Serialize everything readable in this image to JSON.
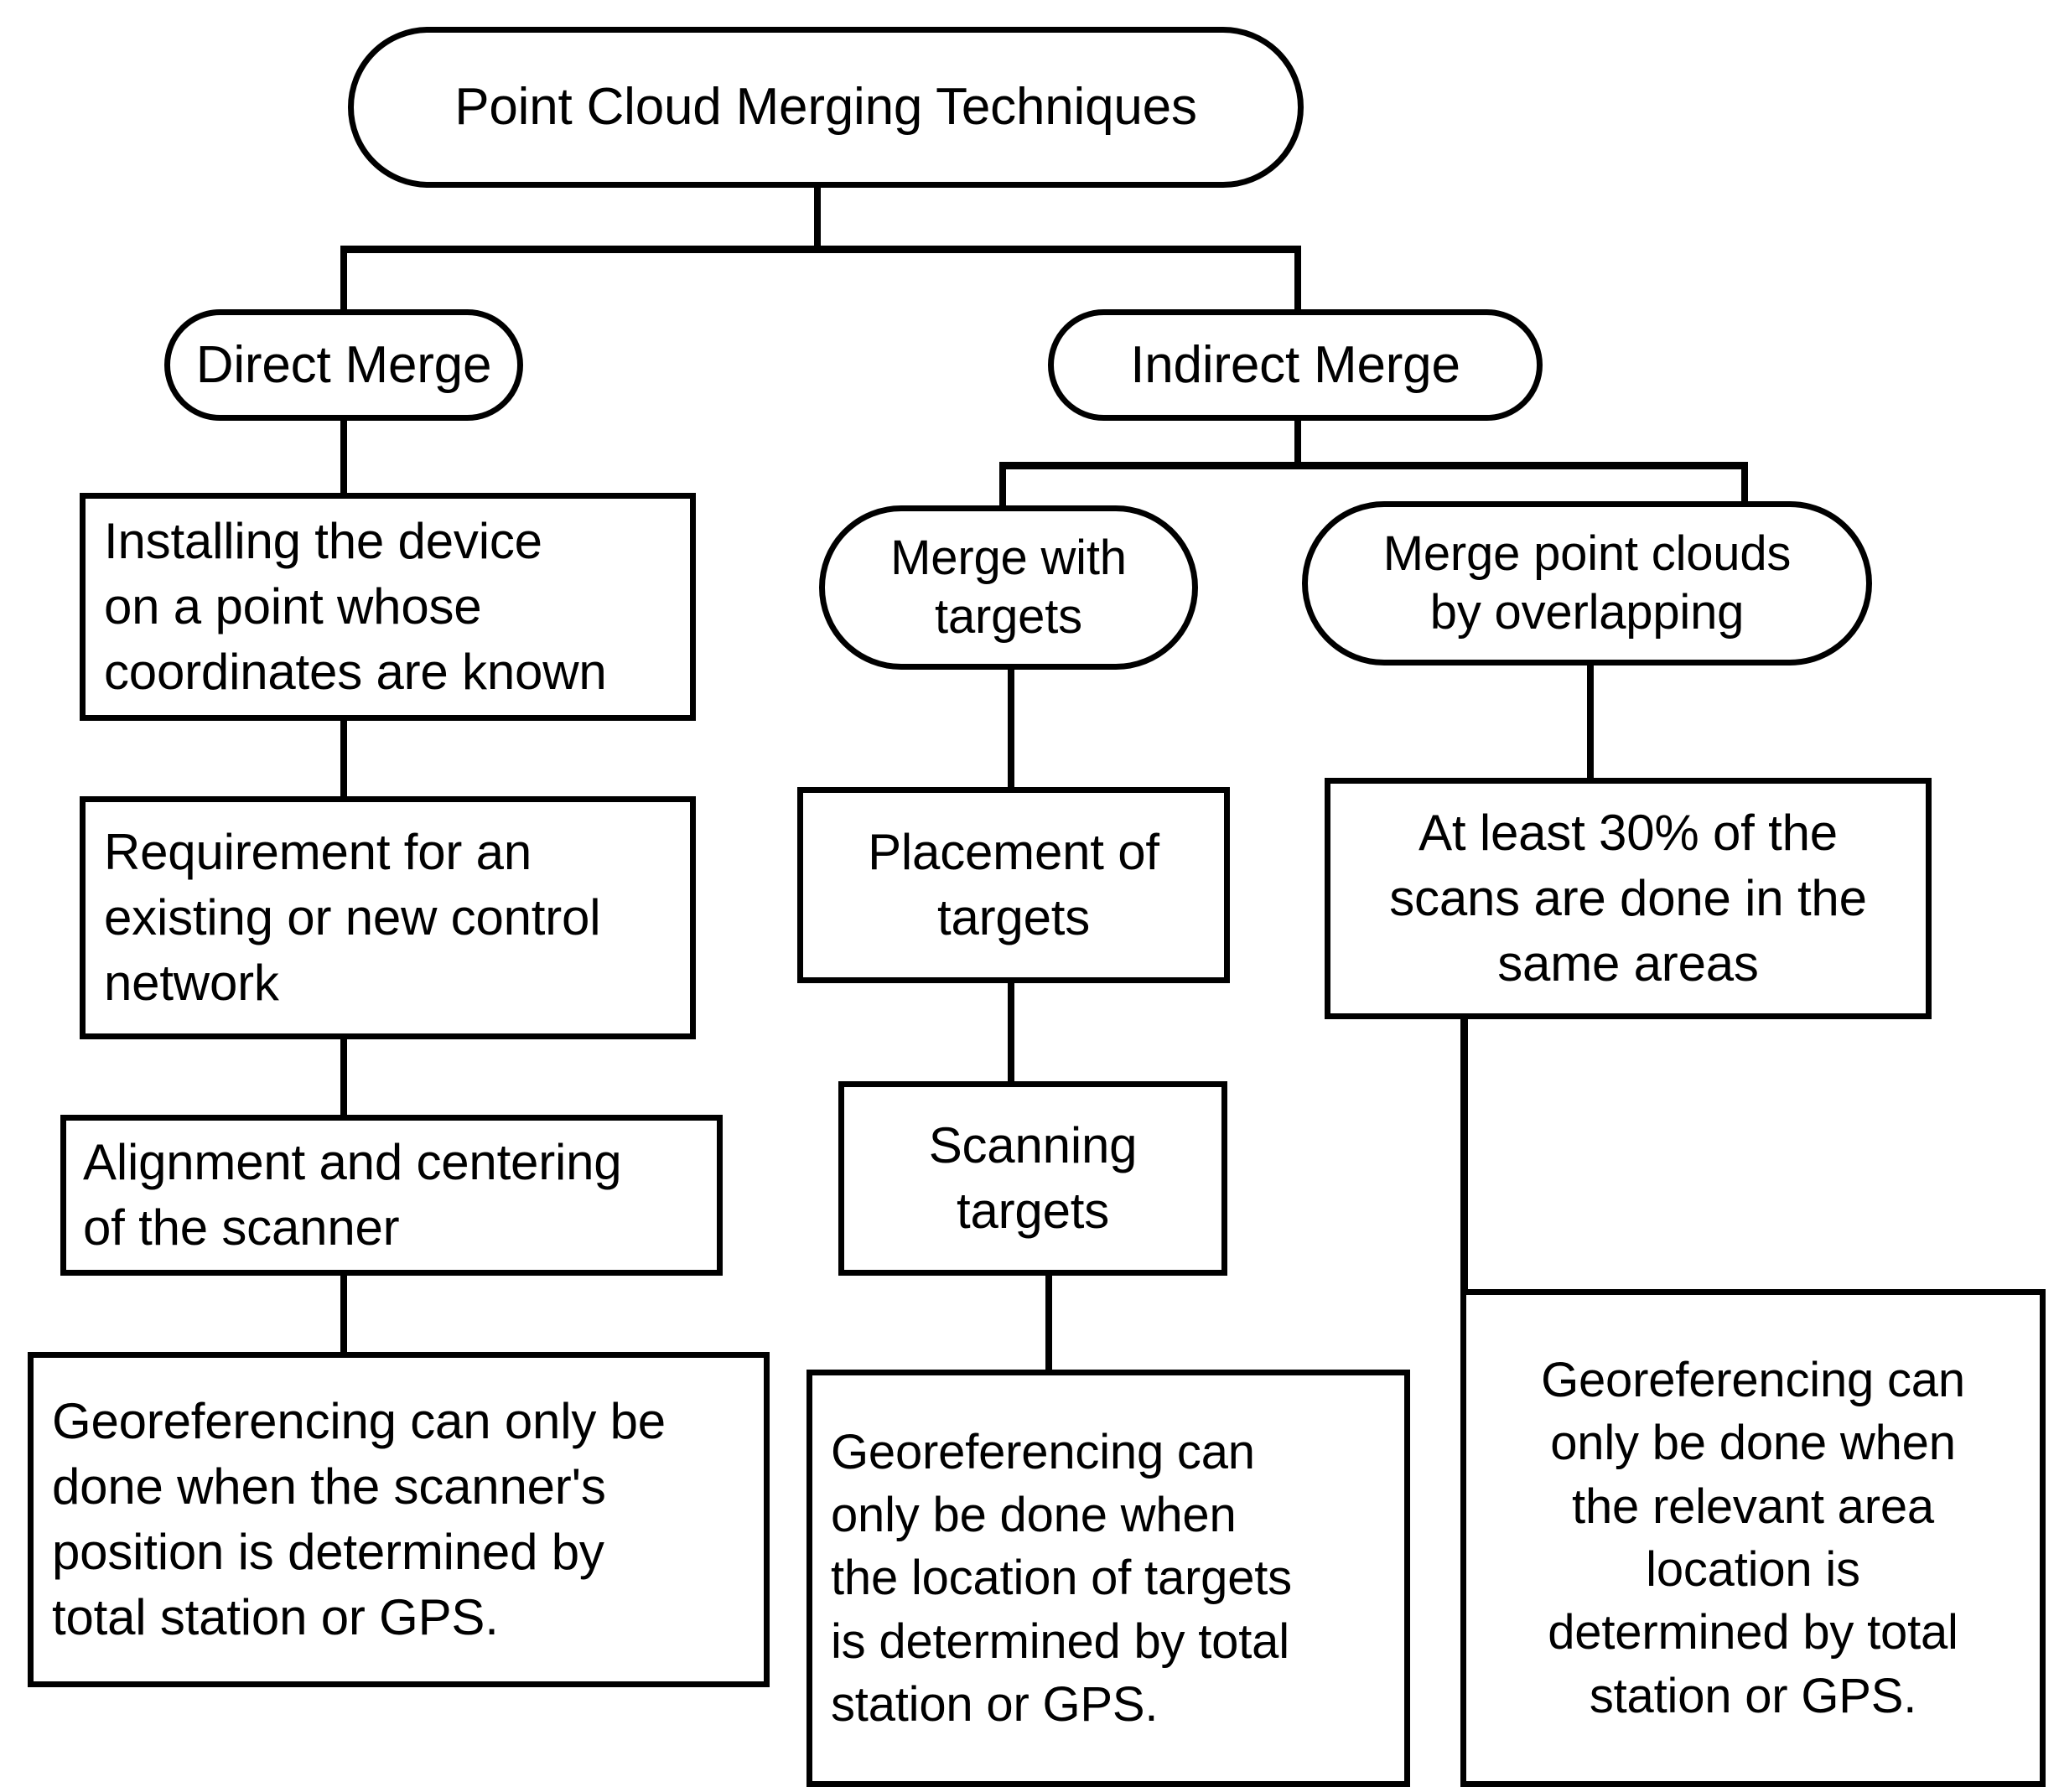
{
  "diagram": {
    "title": "Point Cloud Merging Techniques",
    "type": "tree-flowchart",
    "colors": {
      "stroke": "#000000",
      "fill": "#ffffff",
      "text": "#000000"
    },
    "nodes": {
      "root": {
        "label": "Point Cloud Merging Techniques",
        "shape": "rounded"
      },
      "direct_merge": {
        "label": "Direct Merge",
        "shape": "rounded"
      },
      "indirect_merge": {
        "label": "Indirect Merge",
        "shape": "rounded"
      },
      "merge_with_targets": {
        "label": "Merge with\ntargets",
        "shape": "rounded"
      },
      "merge_overlapping": {
        "label": "Merge point clouds\nby overlapping",
        "shape": "rounded"
      },
      "direct_1": {
        "label": "Installing the device\non a point whose\ncoordinates are known",
        "shape": "rect"
      },
      "direct_2": {
        "label": "Requirement for an\nexisting or new control\nnetwork",
        "shape": "rect"
      },
      "direct_3": {
        "label": "Alignment and centering\nof the scanner",
        "shape": "rect"
      },
      "direct_4": {
        "label": "Georeferencing can only be\ndone when the scanner's\nposition is determined by\ntotal station or GPS.",
        "shape": "rect"
      },
      "targets_1": {
        "label": "Placement of\ntargets",
        "shape": "rect"
      },
      "targets_2": {
        "label": "Scanning\ntargets",
        "shape": "rect"
      },
      "targets_3": {
        "label": "Georeferencing can\nonly be done when\nthe location of targets\nis determined by total\nstation or GPS.",
        "shape": "rect"
      },
      "overlap_1": {
        "label": "At least 30% of the\nscans are done in the\nsame areas",
        "shape": "rect"
      },
      "overlap_2": {
        "label": "Georeferencing can\nonly be done when\nthe relevant area\nlocation is\ndetermined by total\nstation or GPS.",
        "shape": "rect"
      }
    },
    "edges": [
      {
        "from": "root",
        "to": "direct_merge"
      },
      {
        "from": "root",
        "to": "indirect_merge"
      },
      {
        "from": "direct_merge",
        "to": "direct_1"
      },
      {
        "from": "direct_1",
        "to": "direct_2"
      },
      {
        "from": "direct_2",
        "to": "direct_3"
      },
      {
        "from": "direct_3",
        "to": "direct_4"
      },
      {
        "from": "indirect_merge",
        "to": "merge_with_targets"
      },
      {
        "from": "indirect_merge",
        "to": "merge_overlapping"
      },
      {
        "from": "merge_with_targets",
        "to": "targets_1"
      },
      {
        "from": "targets_1",
        "to": "targets_2"
      },
      {
        "from": "targets_2",
        "to": "targets_3"
      },
      {
        "from": "merge_overlapping",
        "to": "overlap_1"
      },
      {
        "from": "overlap_1",
        "to": "overlap_2"
      }
    ]
  }
}
